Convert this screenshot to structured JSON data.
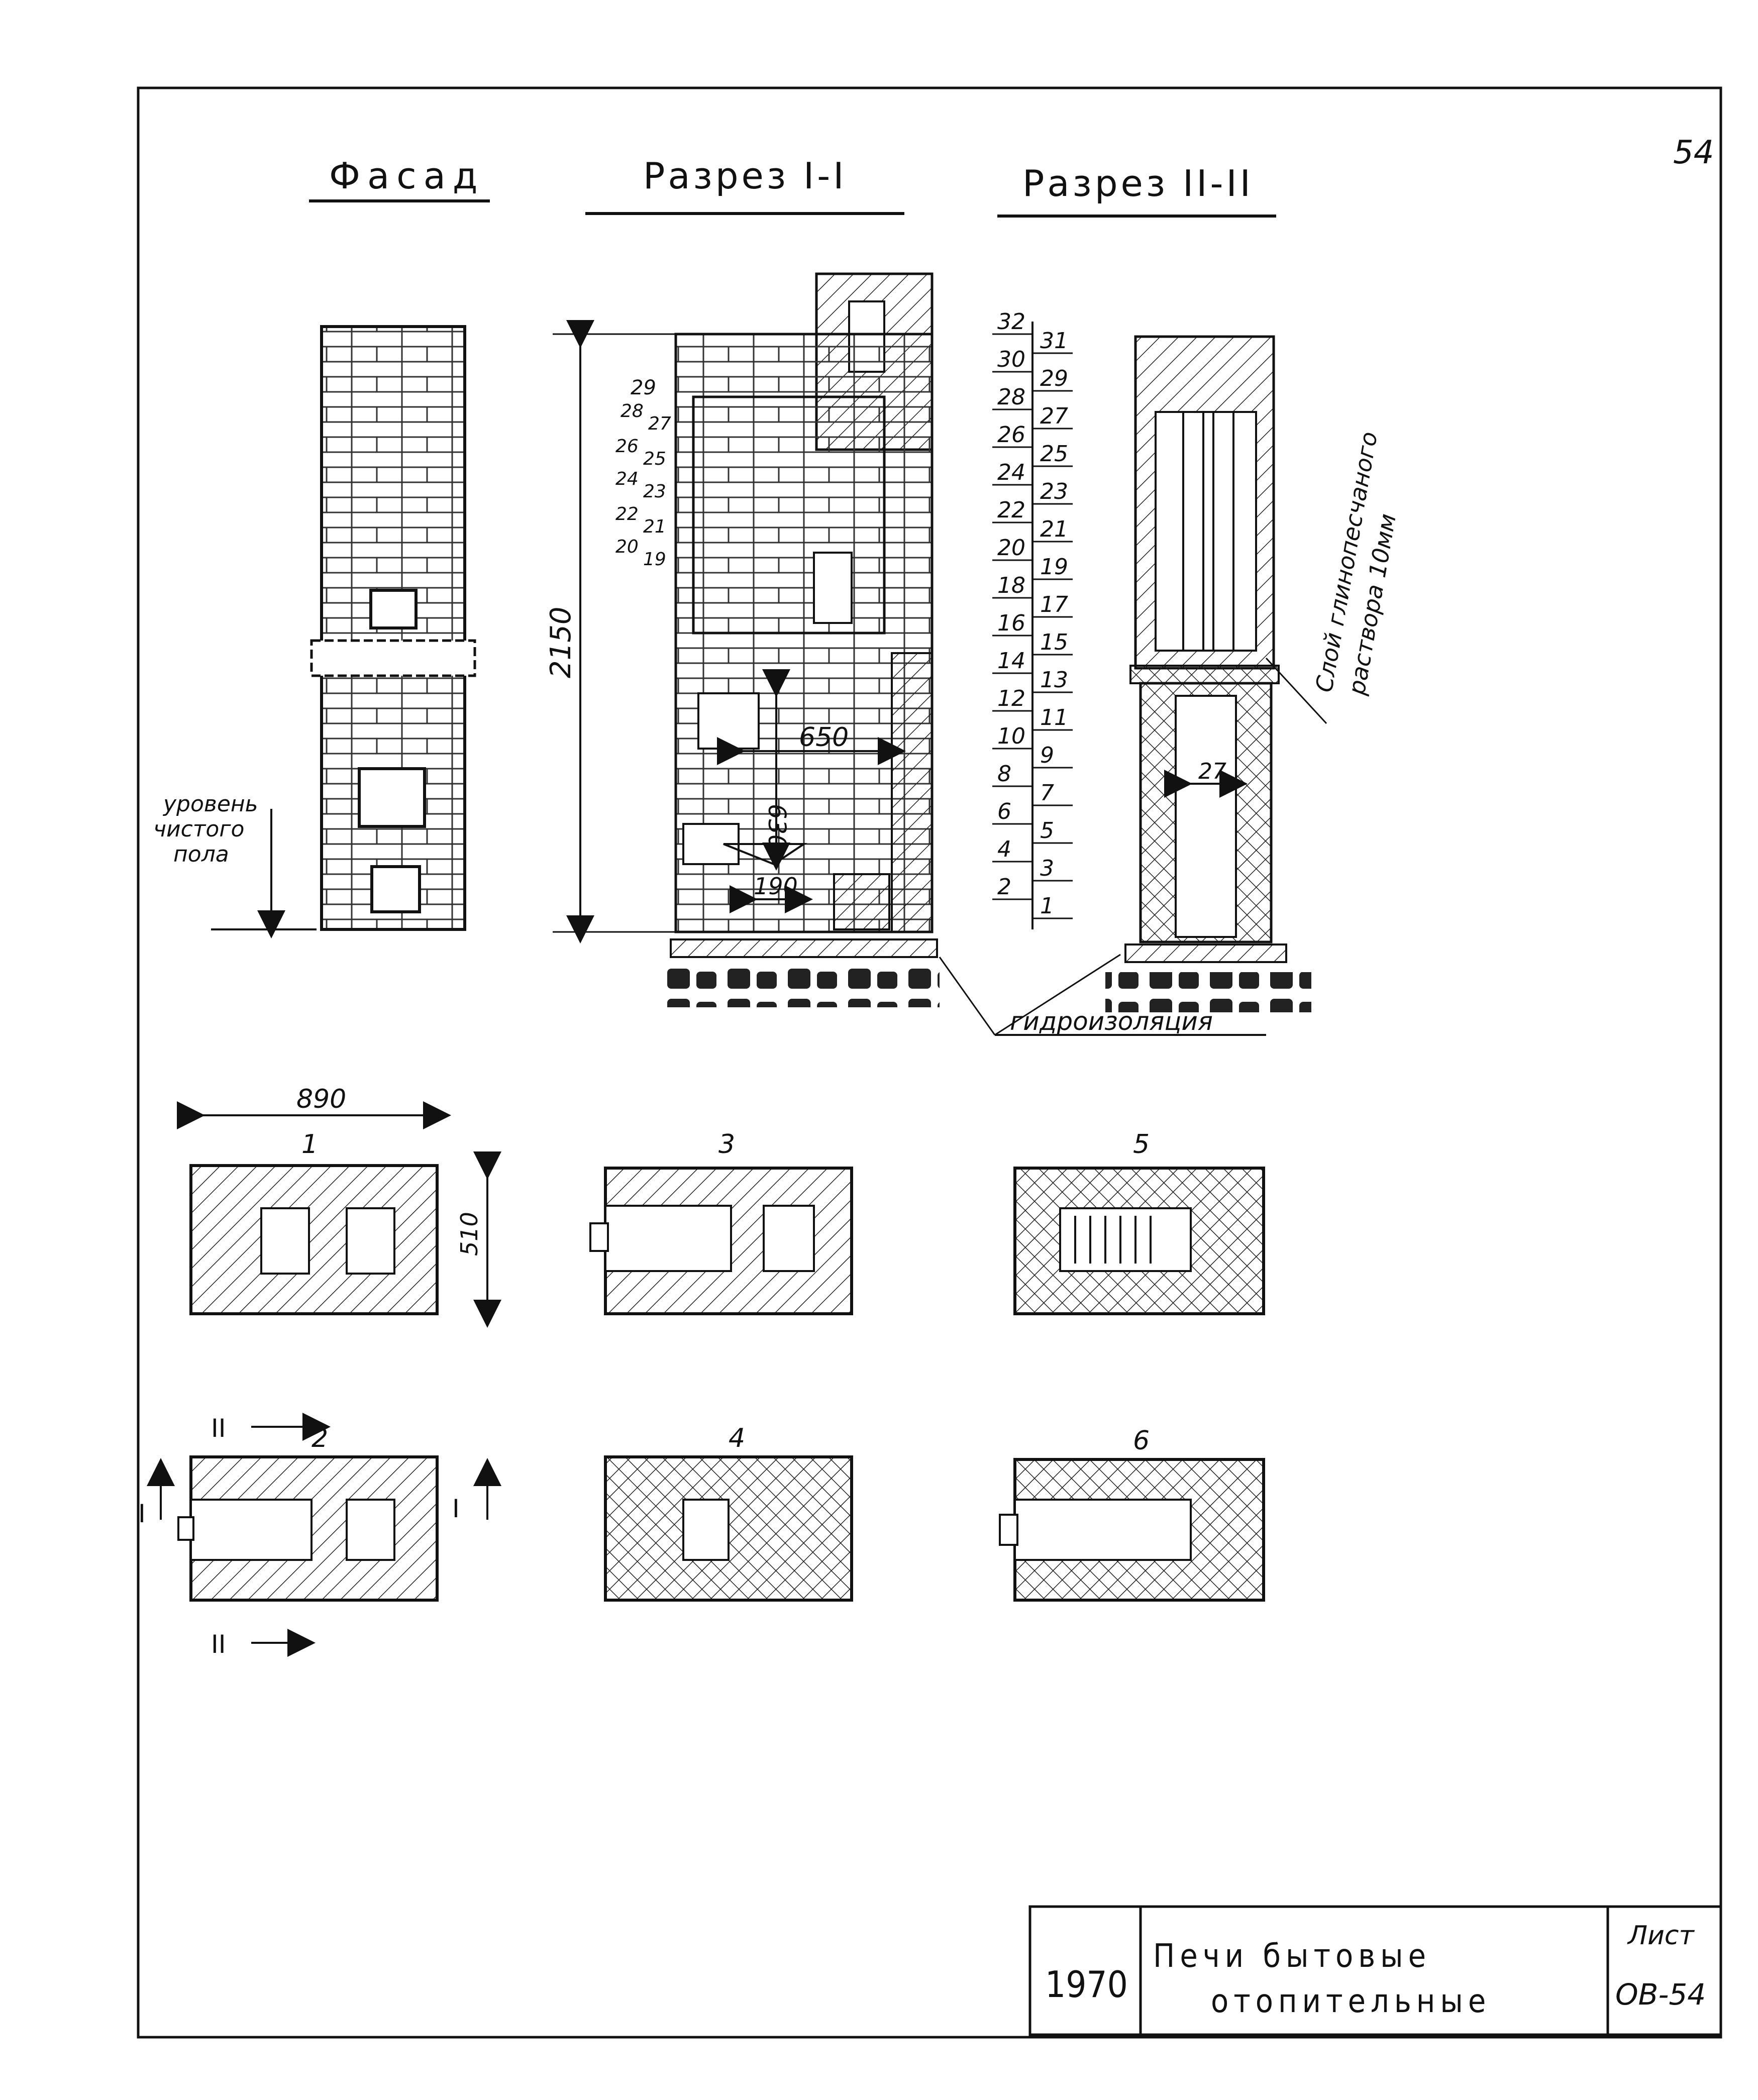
{
  "page_number": "54",
  "views": {
    "facade_title": "Фасад",
    "section1_title": "Разрез I-I",
    "section2_title": "Разрез II-II"
  },
  "facade": {
    "floor_label_line1": "уровень",
    "floor_label_line2": "чистого",
    "floor_label_line3": "пола"
  },
  "section1": {
    "height_dim": "2150",
    "width_dim": "650",
    "inner_height_dim": "630",
    "grate_dim": "190",
    "row_labels": [
      "29",
      "28",
      "27",
      "26",
      "25",
      "24",
      "23",
      "22",
      "21",
      "20",
      "19"
    ]
  },
  "row_numbers": {
    "left": [
      "32",
      "30",
      "28",
      "26",
      "24",
      "22",
      "20",
      "18",
      "16",
      "14",
      "12",
      "10",
      "8",
      "6",
      "4",
      "2"
    ],
    "right": [
      "31",
      "29",
      "27",
      "25",
      "23",
      "21",
      "19",
      "17",
      "15",
      "13",
      "11",
      "9",
      "7",
      "5",
      "3",
      "1"
    ]
  },
  "section2": {
    "inner_dim": "27",
    "note_line1": "Слой глинопесчаного",
    "note_line2": "раствора 10мм"
  },
  "waterproofing_label": "гидроизоляция",
  "plans": {
    "width_dim": "890",
    "depth_dim": "510",
    "labels": [
      "1",
      "2",
      "3",
      "4",
      "5",
      "6"
    ],
    "cut_mark_1": "I",
    "cut_mark_2": "II"
  },
  "title_block": {
    "year": "1970",
    "title_line1": "Печи бытовые",
    "title_line2": "отопительные",
    "sheet_label": "Лист",
    "sheet_code": "ОВ-54"
  }
}
